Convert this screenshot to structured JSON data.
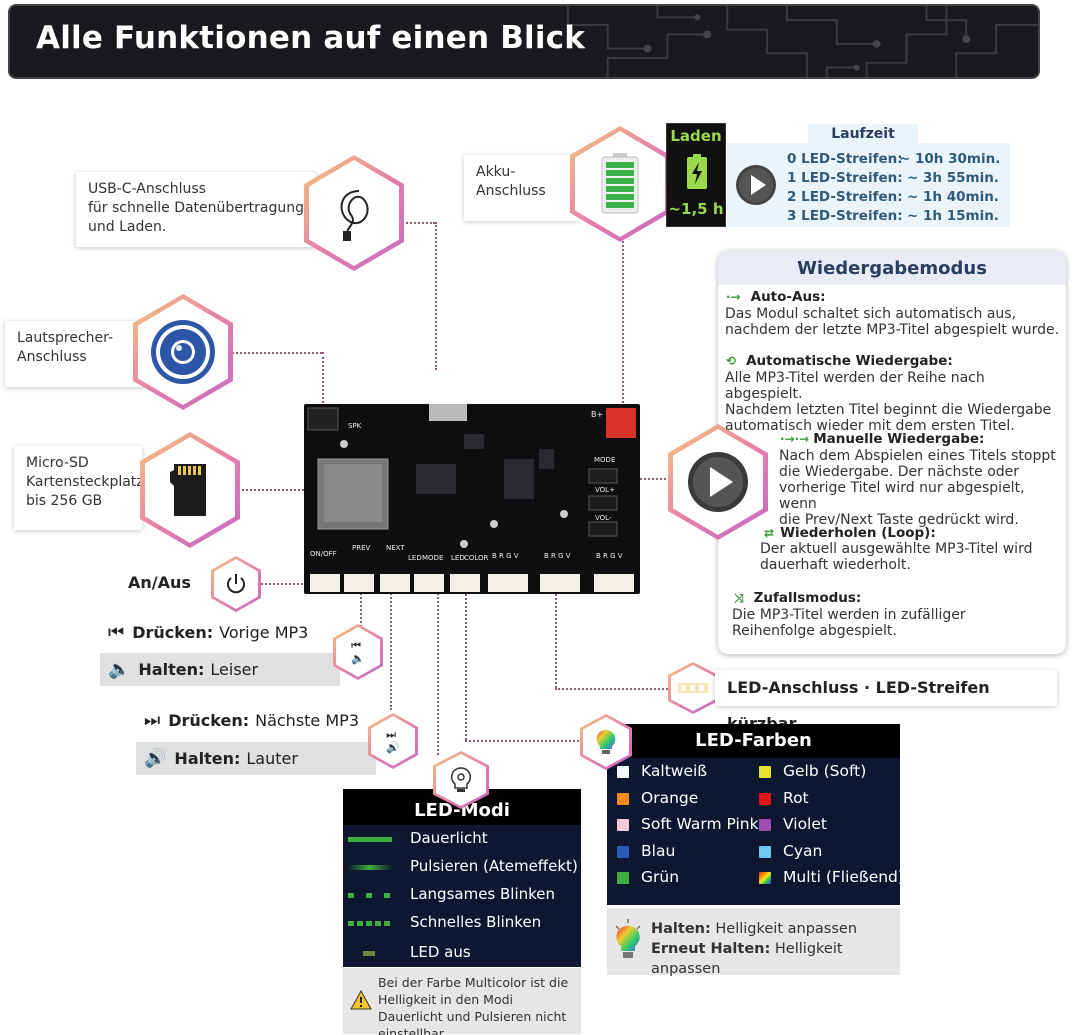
{
  "header": {
    "title": "Alle Funktionen auf einen Blick"
  },
  "usb": {
    "text": "USB-C-Anschluss\nfür schnelle Datenübertragung\nund Laden."
  },
  "speaker": {
    "text": "Lautsprecher-\nAnschluss"
  },
  "sd": {
    "text": "Micro-SD\nKartensteckplatz\nbis 256 GB"
  },
  "akku": {
    "text": "Akku-\nAnschluss"
  },
  "charge": {
    "title": "Laden",
    "time": "~1,5 h"
  },
  "runtime": {
    "title": "Laufzeit",
    "rows": [
      {
        "label": "0 LED-Streifen:",
        "value": "~ 10h 30min."
      },
      {
        "label": "1 LED-Streifen:",
        "value": "~ 3h 55min."
      },
      {
        "label": "2 LED-Streifen:",
        "value": "~ 1h 40min."
      },
      {
        "label": "3 LED-Streifen:",
        "value": "~ 1h 15min."
      }
    ]
  },
  "playback": {
    "title": "Wiedergabemodus",
    "items": [
      {
        "title": "Auto-Aus:",
        "text": "Das Modul schaltet sich automatisch aus,\nnachdem der letzte MP3-Titel abgespielt wurde."
      },
      {
        "title": "Automatische Wiedergabe:",
        "text": "Alle MP3-Titel werden der Reihe nach abgespielt.\nNachdem letzten Titel beginnt die Wiedergabe\nautomatisch wieder mit dem ersten Titel."
      },
      {
        "title": "Manuelle Wiedergabe:",
        "text": "Nach dem Abspielen eines Titels stoppt\ndie Wiedergabe. Der nächste oder\nvorherige Titel wird nur abgespielt, wenn\ndie Prev/Next Taste gedrückt wird."
      },
      {
        "title": "Wiederholen (Loop):",
        "text": "Der aktuell ausgewählte MP3-Titel wird\ndauerhaft wiederholt."
      },
      {
        "title": "Zufallsmodus:",
        "text": "Die MP3-Titel werden in zufälliger\nReihenfolge abgespielt."
      }
    ]
  },
  "power": {
    "label": "An/Aus"
  },
  "prev": {
    "press_label": "Drücken:",
    "press_text": "Vorige MP3",
    "hold_label": "Halten:",
    "hold_text": "Leiser"
  },
  "next": {
    "press_label": "Drücken:",
    "press_text": "Nächste MP3",
    "hold_label": "Halten:",
    "hold_text": "Lauter"
  },
  "led_port": {
    "label": "LED-Anschluss · LED-Streifen kürzbar"
  },
  "board": {
    "labels": {
      "spk": "SPK",
      "onoff": "ON/OFF",
      "prev": "PREV",
      "next": "NEXT",
      "led": "LED",
      "mode": "MODE",
      "led2": "LED",
      "color": "COLOR",
      "mode2": "MODE",
      "vol_up": "VOL+",
      "vol_down": "VOL-",
      "bat": "B+",
      "brgv": "B R G V"
    }
  },
  "led_modi": {
    "title": "LED-Modi",
    "rows": [
      "Dauerlicht",
      "Pulsieren (Atemeffekt)",
      "Langsames Blinken",
      "Schnelles Blinken",
      "LED aus"
    ],
    "note": "Bei der Farbe Multicolor ist die Helligkeit in den Modi Dauerlicht und Pulsieren nicht einstellbar."
  },
  "led_farben": {
    "title": "LED-Farben",
    "left": [
      {
        "name": "Kaltweiß",
        "color": "#f4f7fb"
      },
      {
        "name": "Orange",
        "color": "#f28a1e"
      },
      {
        "name": "Soft Warm Pink",
        "color": "#f5c9d8"
      },
      {
        "name": "Blau",
        "color": "#2a5bb8"
      },
      {
        "name": "Grün",
        "color": "#3fae3f"
      }
    ],
    "right": [
      {
        "name": "Gelb (Soft)",
        "color": "#e7e02e"
      },
      {
        "name": "Rot",
        "color": "#e0151c"
      },
      {
        "name": "Violet",
        "color": "#9c4fb0"
      },
      {
        "name": "Cyan",
        "color": "#6cc8ee"
      },
      {
        "name": "Multi (Fließend)",
        "color": "#ff8800"
      }
    ],
    "hold_label": "Halten:",
    "hold_text": "Helligkeit anpassen",
    "rehold_label": "Erneut Halten:",
    "rehold_text": "Helligkeit anpassen"
  }
}
